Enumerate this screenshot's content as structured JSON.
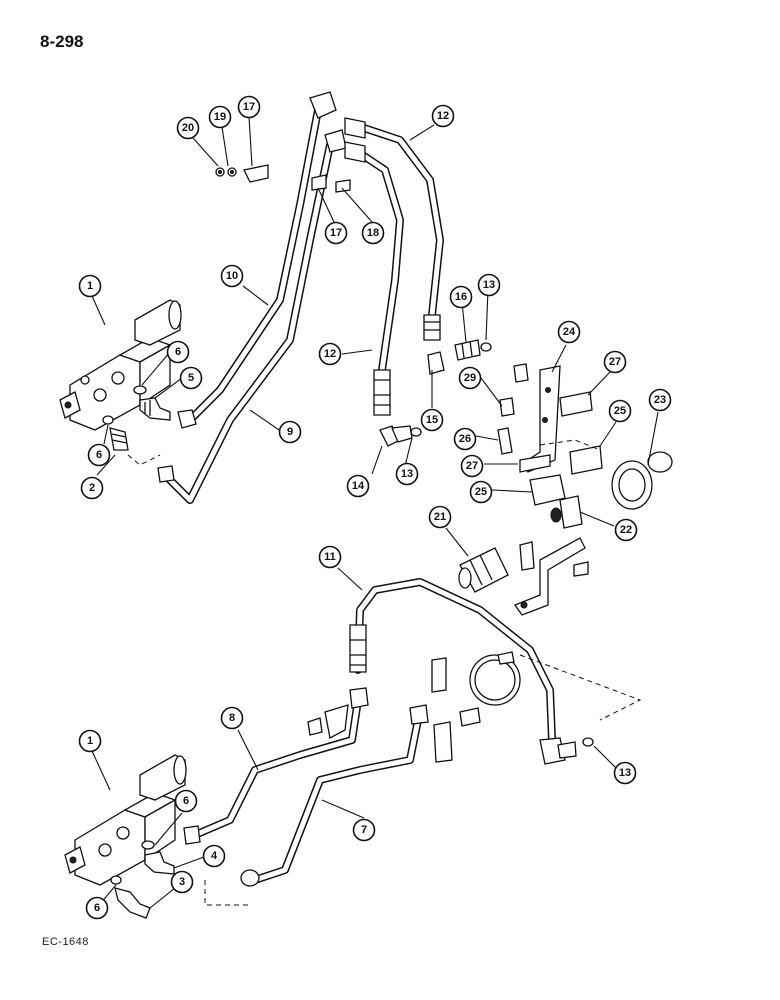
{
  "header": {
    "page_number": "8-298"
  },
  "footer": {
    "code": "EC-1648"
  },
  "callouts": [
    {
      "label": "20"
    },
    {
      "label": "19"
    },
    {
      "label": "17"
    },
    {
      "label": "12"
    },
    {
      "label": "17"
    },
    {
      "label": "18"
    },
    {
      "label": "10"
    },
    {
      "label": "1"
    },
    {
      "label": "6"
    },
    {
      "label": "5"
    },
    {
      "label": "6"
    },
    {
      "label": "2"
    },
    {
      "label": "9"
    },
    {
      "label": "16"
    },
    {
      "label": "13"
    },
    {
      "label": "12"
    },
    {
      "label": "29"
    },
    {
      "label": "15"
    },
    {
      "label": "14"
    },
    {
      "label": "13"
    },
    {
      "label": "24"
    },
    {
      "label": "27"
    },
    {
      "label": "25"
    },
    {
      "label": "23"
    },
    {
      "label": "26"
    },
    {
      "label": "27"
    },
    {
      "label": "25"
    },
    {
      "label": "21"
    },
    {
      "label": "22"
    },
    {
      "label": "11"
    },
    {
      "label": "8"
    },
    {
      "label": "1"
    },
    {
      "label": "6"
    },
    {
      "label": "4"
    },
    {
      "label": "3"
    },
    {
      "label": "6"
    },
    {
      "label": "7"
    },
    {
      "label": "13"
    }
  ]
}
